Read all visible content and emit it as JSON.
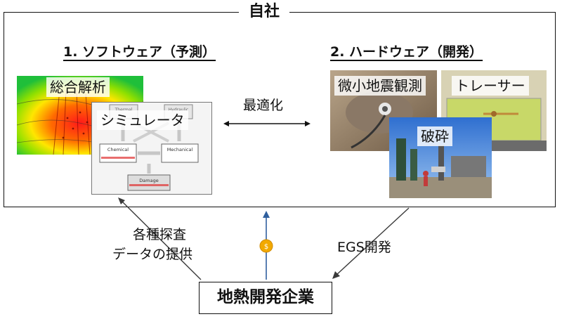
{
  "company": {
    "title": "自社"
  },
  "software": {
    "heading": "1. ソフトウェア（予測）",
    "analysis_label": "総合解析",
    "simulator_label": "シミュレータ",
    "sim_boxes": {
      "thermal": "Thermal",
      "hydraulic": "Hydraulic",
      "chemical": "Chemical",
      "mechanical": "Mechanical",
      "damage": "Damage"
    }
  },
  "optimization": {
    "label": "最適化"
  },
  "hardware": {
    "heading": "2. ハードウェア（開発）",
    "photos": [
      {
        "label": "微小地震観測"
      },
      {
        "label": "トレーサー"
      },
      {
        "label": "破砕"
      }
    ]
  },
  "flows": {
    "data_provision": [
      "各種探査",
      "データの提供"
    ],
    "egs_development": "EGS開発"
  },
  "geothermal_company": {
    "label": "地熱開発企業"
  },
  "colors": {
    "border": "#111111",
    "arrow": "#3a3a3a",
    "money_arrow": "#2f5f9e",
    "coin": "#f2a900"
  }
}
